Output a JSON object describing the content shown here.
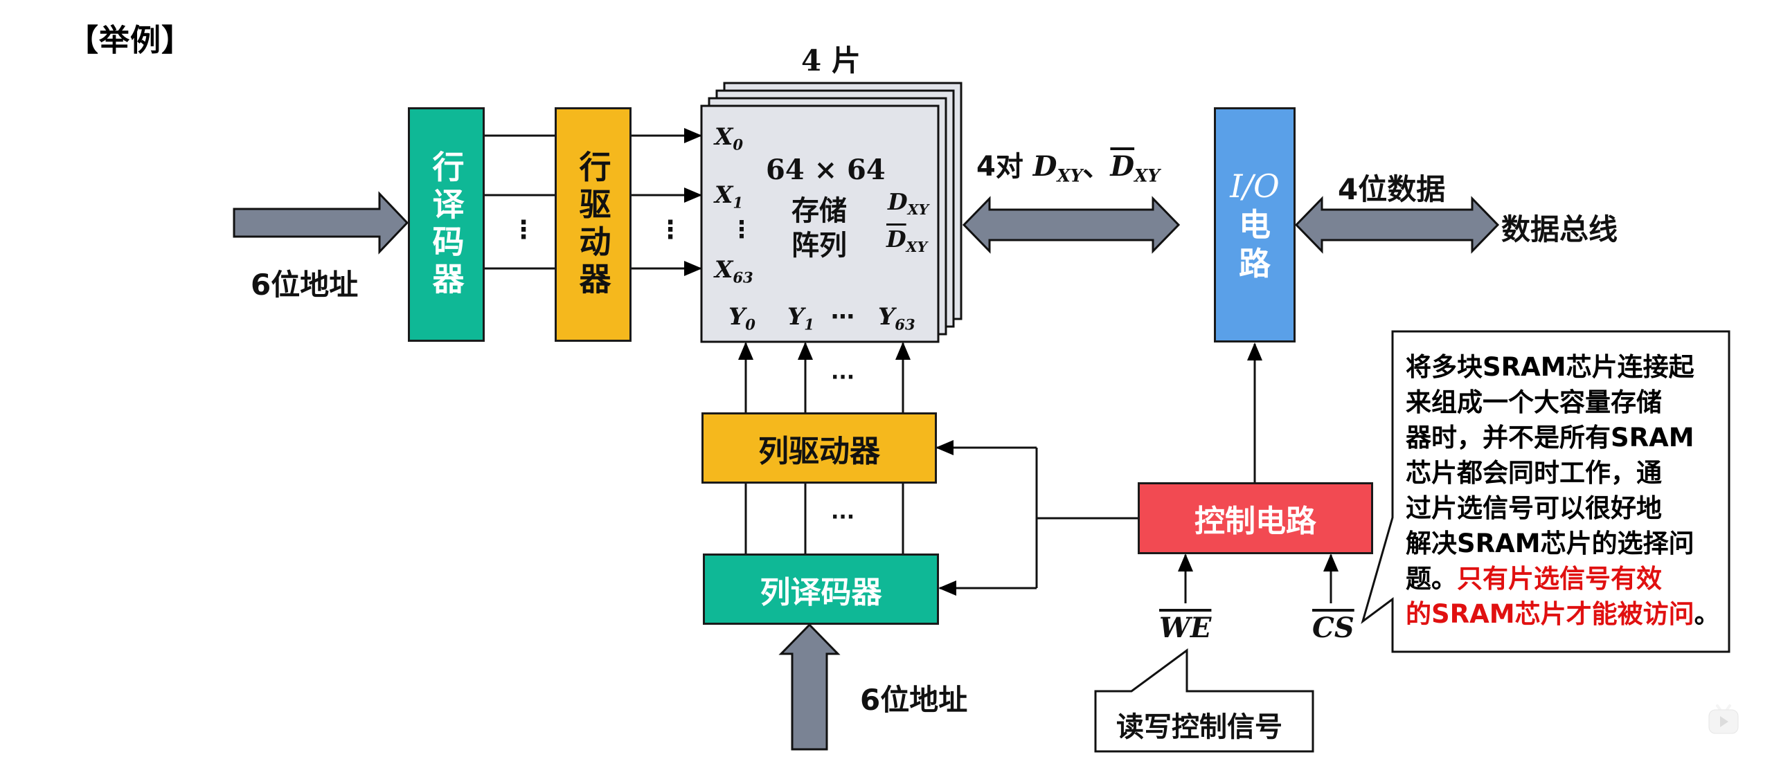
{
  "title": "【举例】",
  "colors": {
    "decoder": "#0fb896",
    "driver": "#f5b81d",
    "array": "#e2e4ea",
    "io": "#5aa0e8",
    "control": "#f24a52",
    "bus_arrow": "#7a8394",
    "highlight_text": "#e01010"
  },
  "row_path": {
    "address_label": "6位地址",
    "decoder_label": "行译码器",
    "driver_label": "行驱动器",
    "ellipsis": "⋮"
  },
  "memory_array": {
    "chip_count_label": "4 片",
    "size_label": "64 × 64",
    "name_line1": "存储",
    "name_line2": "阵列",
    "row_lines": [
      {
        "base": "X",
        "sub": "0"
      },
      {
        "base": "X",
        "sub": "1"
      },
      {
        "base": "X",
        "sub": "63"
      }
    ],
    "col_lines": [
      {
        "base": "Y",
        "sub": "0"
      },
      {
        "base": "Y",
        "sub": "1"
      },
      {
        "base": "Y",
        "sub": "63"
      }
    ],
    "col_ellipsis": "⋯",
    "row_ellipsis": "⋮",
    "data_out": {
      "base": "D",
      "sub": "XY"
    },
    "data_out_bar": {
      "base": "D",
      "sub": "XY"
    }
  },
  "data_pairs_label": {
    "prefix": "4对",
    "a": "D",
    "a_sub": "XY",
    "sep": "、",
    "b": "D",
    "b_sub": "XY"
  },
  "io_circuit": {
    "line1": "I/O",
    "line2": "电",
    "line3": "路"
  },
  "data_bits_label": "4位数据",
  "data_bus_label": "数据总线",
  "column_path": {
    "driver_label": "列驱动器",
    "decoder_label": "列译码器",
    "ellipsis": "···",
    "address_label": "6位地址"
  },
  "control_circuit": {
    "label": "控制电路"
  },
  "signals": {
    "we": "WE",
    "cs": "CS"
  },
  "rw_callout": "读写控制信号",
  "cs_callout": {
    "lines": [
      "将多块SRAM芯片连接起",
      "来组成一个大容量存储",
      "器时，并不是所有SRAM",
      "芯片都会同时工作，通",
      "过片选信号可以很好地",
      "解决SRAM芯片的选择问"
    ],
    "last_black": "题。",
    "last_red_1": "只有片选信号有效",
    "last_red_2": "的SRAM芯片才能被访问",
    "last_end": "。"
  },
  "watermark": "tv-play-icon"
}
